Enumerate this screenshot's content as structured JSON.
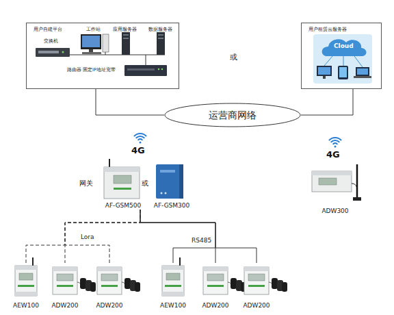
{
  "diagram": {
    "nodes": [
      {
        "text": [
          "用户自建平台"
        ]
      },
      {
        "text": [
          "用户租赁云服务器"
        ]
      },
      {
        "text": [
          "运营商网络"
        ]
      },
      {
        "text": [
          "AF-GSM500"
        ]
      },
      {
        "text": [
          "AF-GSM300"
        ]
      },
      {
        "text": [
          "ADW300"
        ]
      },
      {
        "text": [
          "AEW100"
        ]
      },
      {
        "text": [
          "ADW200"
        ]
      },
      {
        "text": [
          "ADW200"
        ]
      },
      {
        "text": [
          "AEW100"
        ]
      },
      {
        "text": [
          "ADW200"
        ]
      },
      {
        "text": [
          "ADW200"
        ]
      }
    ],
    "edges": [
      {
        "from": 0,
        "to": 2,
        "arrow": "none"
      },
      {
        "from": 1,
        "to": 2,
        "arrow": "none"
      },
      {
        "from": 3,
        "to": 6,
        "arrow": "none"
      },
      {
        "from": 3,
        "to": 7,
        "arrow": "none"
      },
      {
        "from": 3,
        "to": 8,
        "arrow": "none"
      },
      {
        "from": 3,
        "to": 9,
        "arrow": "none"
      },
      {
        "from": 3,
        "to": 10,
        "arrow": "none"
      },
      {
        "from": 3,
        "to": 11,
        "arrow": "none"
      }
    ],
    "labels": [
      "交换机",
      "工作站",
      "应用服务器",
      "数据服务器",
      "路由器 固定IP地址宽带",
      "Cloud",
      "或",
      "4G",
      "4G",
      "网关",
      "或",
      "Lora",
      "RS485"
    ]
  }
}
